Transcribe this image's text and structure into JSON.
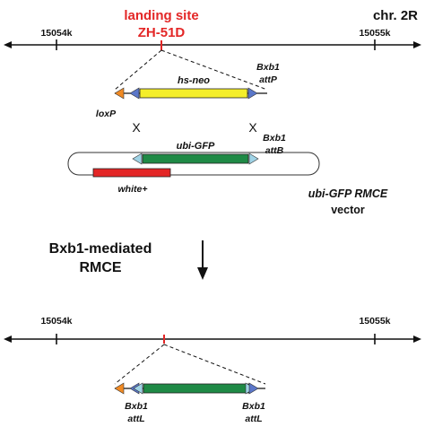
{
  "header": {
    "landing_site_line1": "landing site",
    "landing_site_line2": "ZH-51D",
    "chromosome": "chr. 2R"
  },
  "top_axis": {
    "left_tick_label": "15054k",
    "right_tick_label": "15055k"
  },
  "target_locus": {
    "gene": "hs-neo",
    "left_site": "loxP",
    "right_site_line1": "Bxb1",
    "right_site_line2": "attP"
  },
  "cross_marks": [
    "X",
    "X"
  ],
  "vector": {
    "gene": "ubi-GFP",
    "marker": "white+",
    "right_site_line1": "Bxb1",
    "right_site_line2": "attB",
    "name_line1": "ubi-GFP RMCE",
    "name_line2": "vector"
  },
  "process": {
    "line1": "Bxb1-mediated",
    "line2": "RMCE"
  },
  "bottom_axis": {
    "left_tick_label": "15054k",
    "right_tick_label": "15055k"
  },
  "result_locus": {
    "left_site_line1": "Bxb1",
    "left_site_line2": "attL",
    "right_site_line1": "Bxb1",
    "right_site_line2": "attL"
  },
  "colors": {
    "landing_site": "#e32626",
    "hs_neo": "#f4ee2a",
    "gfp": "#1f8a46",
    "white_marker": "#e32626",
    "loxP": "#f08a24",
    "att_site": "#5b77c9",
    "attB_site": "#9fd3e6",
    "axis": "#111111"
  }
}
